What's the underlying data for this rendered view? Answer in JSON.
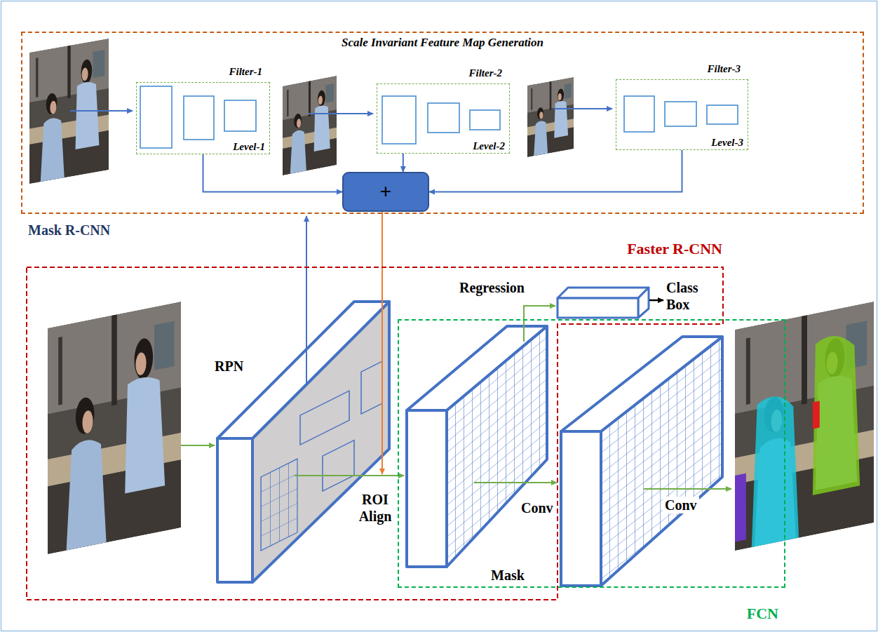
{
  "diagram": {
    "nodes": [
      {
        "text": [
          "Scale Invariant Feature Map Generation"
        ]
      },
      {
        "text": [
          "Filter-1",
          "Level-1"
        ],
        "in": 0
      },
      {
        "text": [
          "Filter-2",
          "Level-2"
        ],
        "in": 0
      },
      {
        "text": [
          "Filter-3",
          "Level-3"
        ],
        "in": 0
      },
      {
        "text": [
          "+"
        ],
        "in": 0
      },
      {
        "text": [
          "Faster R-CNN"
        ]
      },
      {
        "text": [
          "FCN"
        ]
      }
    ],
    "edges": [
      {
        "from": 1,
        "to": 4,
        "arrow": "to"
      },
      {
        "from": 2,
        "to": 4,
        "arrow": "to"
      },
      {
        "from": 3,
        "to": 4,
        "arrow": "to"
      }
    ],
    "labels": [
      "Mask R-CNN",
      "RPN",
      "ROI Align",
      "Regression",
      "Class Box",
      "Conv",
      "Conv",
      "Mask"
    ]
  }
}
